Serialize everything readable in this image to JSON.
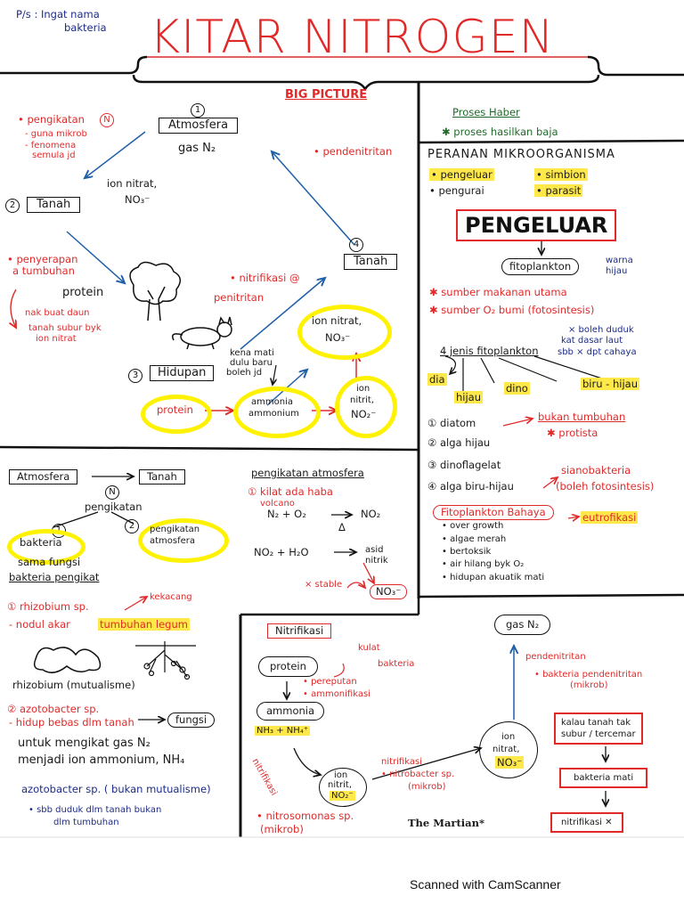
{
  "header": {
    "note_line1": "P/s : Ingat nama",
    "note_line2": "bakteria",
    "title": "KITAR NITROGEN"
  },
  "big_picture": {
    "label": "BIG PICTURE",
    "n1": "1",
    "atmosfera": "Atmosfera",
    "gas_n2": "gas N₂",
    "pengikatan": "• pengikatan",
    "pengikatan_n": "N",
    "guna_mikrob": "- guna mikrob",
    "fenomena": "- fenomena",
    "semula_jd": "semula jd",
    "n2": "2",
    "tanah": "Tanah",
    "ion_nitrat": "ion nitrat,",
    "no3": "NO₃⁻",
    "pendenitritan": "• pendenitritan",
    "n4": "4",
    "tanah2": "Tanah",
    "penyerapan": "• penyerapan",
    "tumbuhan": "a tumbuhan",
    "protein": "protein",
    "nak_buat_daun": "nak buat daun",
    "tanah_subur": "tanah subur byk",
    "ion_nitrat_red": "ion nitrat",
    "nitrifikasi": "• nitrifikasi @",
    "penitritan": "penitritan",
    "ion_nitrat_circle1": "ion nitrat,",
    "ion_nitrat_circle2": "NO₃⁻",
    "kena_mati1": "kena mati",
    "kena_mati2": "dulu baru",
    "kena_mati3": "boleh jd",
    "n3": "3",
    "hidupan": "Hidupan",
    "protein_oval": "protein",
    "ammonia1": "ammonia",
    "ammonia2": "ammonium",
    "ion_nitrit1": "ion",
    "ion_nitrit2": "nitrit,",
    "ion_nitrit3": "NO₂⁻"
  },
  "haber": {
    "title": "Proses Haber",
    "line": "✱ proses hasilkan baja"
  },
  "peranan": {
    "title": "PERANAN MIKROORGANISMA",
    "items": [
      "• pengeluar",
      "• pengurai",
      "• simbion",
      "• parasit"
    ],
    "pengeluar_title": "PENGELUAR",
    "fitoplankton": "fitoplankton",
    "warna1": "warna",
    "warna2": "hijau",
    "sumber1": "✱ sumber makanan utama",
    "sumber2": "✱ sumber O₂ bumi (fotosintesis)",
    "boleh1": "× boleh duduk",
    "boleh2": "kat dasar laut",
    "boleh3": "sbb × dpt cahaya",
    "jenis": "4 jenis fitoplankton",
    "dia": "dia",
    "hijau": "hijau",
    "dino": "dino",
    "biru_hijau": "biru - hijau",
    "list": [
      "① diatom",
      "② alga hijau",
      "③ dinoflagelat",
      "④ alga biru-hijau"
    ],
    "bukan1": "bukan tumbuhan",
    "bukan2": "✱ protista",
    "siano1": "sianobakteria",
    "siano2": "(boleh fotosintesis)",
    "bahaya": "Fitoplankton Bahaya",
    "eutrofikasi": "eutrofikasi",
    "bahaya_list": [
      "• over growth",
      "• algae merah",
      "• bertoksik",
      "• air hilang byk O₂",
      "• hidupan akuatik mati"
    ]
  },
  "bottom_left": {
    "atmosfera": "Atmosfera",
    "tanah": "Tanah",
    "n": "N",
    "pengikatan": "pengikatan",
    "one": "1",
    "two": "2",
    "bakteria": "bakteria",
    "pengikatan_atm1": "pengikatan",
    "pengikatan_atm2": "atmosfera",
    "sama_fungsi": "sama fungsi",
    "bakteria_pengikat": "bakteria pengikat",
    "rhizobium": "① rhizobium sp.",
    "kekacang": "kekacang",
    "nodul": "- nodul akar",
    "tumbuhan_legum": "tumbuhan legum",
    "rhizobium_mutual": "rhizobium (mutualisme)",
    "azotobacter": "② azotobacter sp.",
    "hidup_bebas": "- hidup bebas dlm tanah",
    "fungsi": "fungsi",
    "untuk1": "untuk mengikat gas N₂",
    "untuk2": "menjadi ion ammonium, NH₄",
    "azoto_bukan": "azotobacter sp. ( bukan mutualisme)",
    "sbb1": "• sbb duduk dlm tanah bukan",
    "sbb2": "dlm tumbuhan"
  },
  "pengikatan_atm": {
    "title": "pengikatan atmosfera",
    "kilat1": "① kilat  ada haba",
    "kilat2": "volcano",
    "eq1_left": "N₂ + O₂",
    "eq1_right": "NO₂",
    "delta": "Δ",
    "eq2_left": "NO₂ + H₂O",
    "eq2_right1": "asid",
    "eq2_right2": "nitrik",
    "stable": "× stable",
    "no3": "NO₃⁻"
  },
  "nitrifikasi": {
    "title": "Nitrifikasi",
    "protein": "protein",
    "kulat": "kulat",
    "bakteria": "bakteria",
    "pereputan": "• pereputan",
    "ammonifikasi": "• ammonifikasi",
    "ammonia": "ammonia",
    "nh": "NH₃ + NH₄⁺",
    "nitrifikasi_side": "nitrifikasi",
    "ion_nitrit1": "ion",
    "ion_nitrit2": "nitrit,",
    "ion_nitrit3": "NO₂⁻",
    "nitrifikasi2": "nitrifikasi",
    "nitrobacter1": "• nitrobacter sp.",
    "nitrobacter2": "(mikrob)",
    "nitrosomonas1": "• nitrosomonas sp.",
    "nitrosomonas2": "(mikrob)",
    "martian": "The Martian*",
    "gas_n2": "gas N₂",
    "pendenitritan": "pendenitritan",
    "bakteria_pend1": "• bakteria pendenitritan",
    "bakteria_pend2": "(mikrob)",
    "ion_nitrat1": "ion",
    "ion_nitrat2": "nitrat,",
    "ion_nitrat3": "NO₃⁻",
    "kalau1": "kalau tanah tak",
    "kalau2": "subur / tercemar",
    "bakteria_mati": "bakteria mati",
    "nitrifikasi_x": "nitrifikasi  ✕"
  },
  "footer": "Scanned with CamScanner",
  "colors": {
    "red": "#e02a2a",
    "navy": "#1c2b8a",
    "highlight": "#fff200",
    "arrow_blue": "#1e5fa8"
  }
}
